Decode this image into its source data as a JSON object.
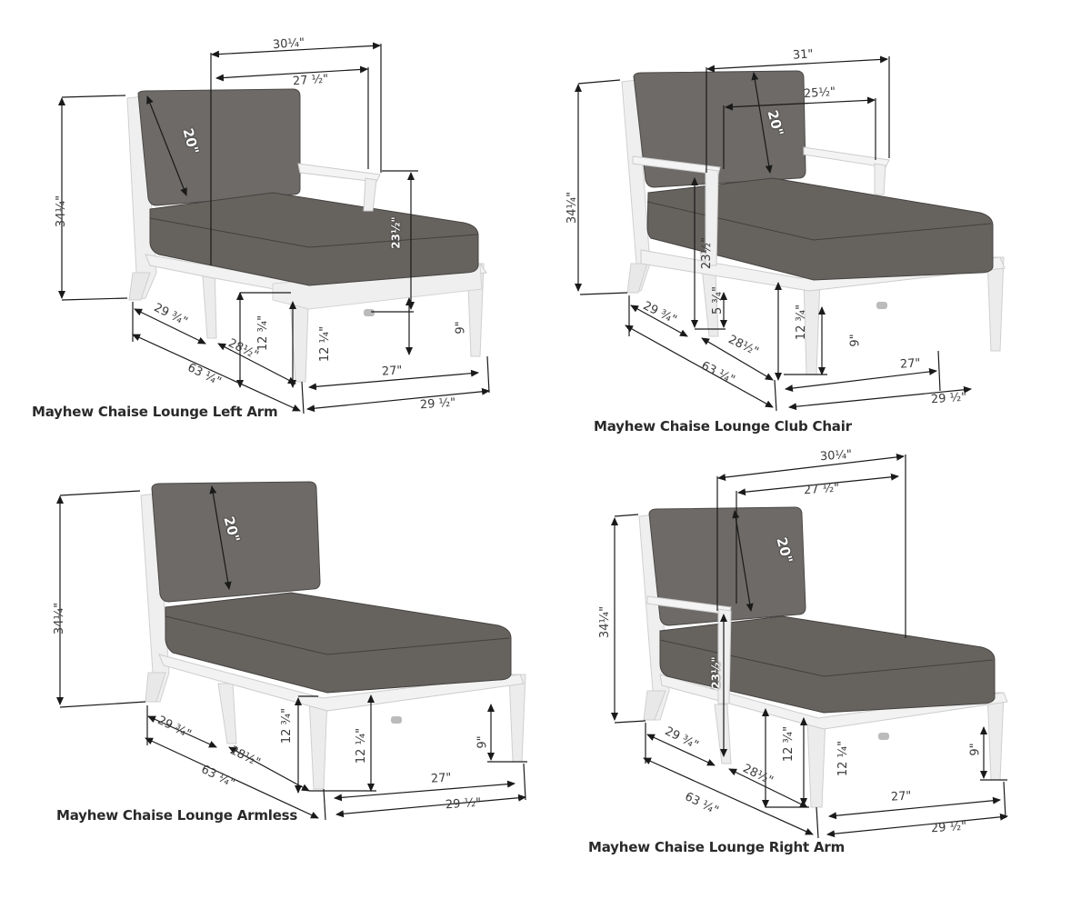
{
  "colors": {
    "background": "#ffffff",
    "cushion": "#6b6866",
    "cushion_dark": "#55524f",
    "cushion_piping": "#3f3d3b",
    "frame": "#eeeeee",
    "frame_shadow": "#cfcfcf",
    "dimension_line": "#1a1a1a",
    "caption_text": "#2a2a2a"
  },
  "panels": [
    {
      "id": "left-arm",
      "caption": "Mayhew Chaise Lounge Left Arm",
      "dimensions": {
        "overall_width": "30¼\"",
        "inner_width": "27 ½\"",
        "back_cushion_height": "20\"",
        "overall_height": "34¼\"",
        "arm_height": "23½\"",
        "back_depth": "29 ¾\"",
        "seat_depth": "28½\"",
        "front_seat_height": "12 ¾\"",
        "seat_height": "12 ¼\"",
        "clearance": "9\"",
        "inner_leg_width": "27\"",
        "overall_length": "63 ¼\"",
        "outer_leg_width": "29 ½\""
      }
    },
    {
      "id": "club-chair",
      "caption": "Mayhew Chaise Lounge Club Chair",
      "dimensions": {
        "overall_width": "31\"",
        "inner_width": "25½\"",
        "back_cushion_height": "20\"",
        "overall_height": "34¼\"",
        "arm_height": "23½\"",
        "arm_clearance": "5 ¾\"",
        "back_depth": "29 ¾\"",
        "seat_depth": "28½\"",
        "front_seat_height": "12 ¾\"",
        "clearance": "9\"",
        "inner_leg_width": "27\"",
        "overall_length": "63 ¼\"",
        "outer_leg_width": "29 ½\""
      }
    },
    {
      "id": "armless",
      "caption": "Mayhew Chaise Lounge Armless",
      "dimensions": {
        "back_cushion_height": "20\"",
        "overall_height": "34¼\"",
        "back_depth": "29 ¾\"",
        "seat_depth": "28½\"",
        "front_seat_height": "12 ¾\"",
        "seat_height": "12 ¼\"",
        "clearance": "9\"",
        "inner_leg_width": "27\"",
        "overall_length": "63 ¼\"",
        "outer_leg_width": "29 ½\""
      }
    },
    {
      "id": "right-arm",
      "caption": "Mayhew Chaise Lounge Right Arm",
      "dimensions": {
        "overall_width": "30¼\"",
        "inner_width": "27 ½\"",
        "back_cushion_height": "20\"",
        "overall_height": "34¼\"",
        "arm_height": "23½\"",
        "back_depth": "29 ¾\"",
        "seat_depth": "28½\"",
        "front_seat_height": "12 ¾\"",
        "seat_height": "12 ¼\"",
        "clearance": "9\"",
        "inner_leg_width": "27\"",
        "overall_length": "63 ¼\"",
        "outer_leg_width": "29 ½\""
      }
    }
  ]
}
